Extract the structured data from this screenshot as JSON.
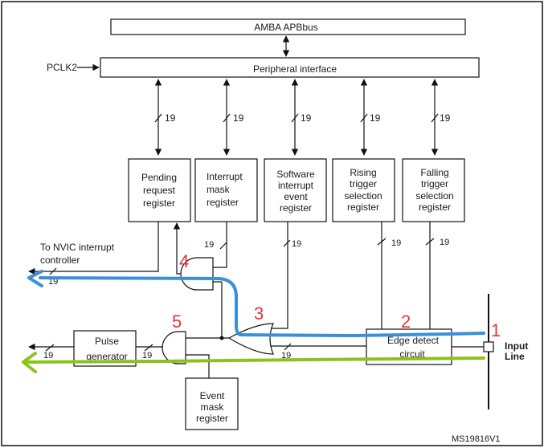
{
  "diagram": {
    "bus_label": "AMBA APBbus",
    "peripheral_interface_label": "Peripheral interface",
    "clock_label": "PCLK2",
    "bus_width": "19",
    "registers": [
      {
        "id": "pending",
        "lines": [
          "Pending",
          "request",
          "register"
        ]
      },
      {
        "id": "interrupt-mask",
        "lines": [
          "Interrupt",
          "mask",
          "register"
        ]
      },
      {
        "id": "software-interrupt",
        "lines": [
          "Software",
          "interrupt",
          "event",
          "register"
        ]
      },
      {
        "id": "rising-trigger",
        "lines": [
          "Rising",
          "trigger",
          "selection",
          "register"
        ]
      },
      {
        "id": "falling-trigger",
        "lines": [
          "Falling",
          "trigger",
          "selection",
          "register"
        ]
      }
    ],
    "nvic_label": [
      "To NVIC interrupt",
      "controller"
    ],
    "pulse_generator_label": [
      "Pulse",
      "generator"
    ],
    "edge_detect_label": [
      "Edge detect",
      "circuit"
    ],
    "event_mask_label": [
      "Event",
      "mask",
      "register"
    ],
    "input_line_label": [
      "Input",
      "Line"
    ],
    "figure_id": "MS19816V1",
    "annotations": [
      {
        "number": "1",
        "meaning": "input line"
      },
      {
        "number": "2",
        "meaning": "edge detect circuit"
      },
      {
        "number": "3",
        "meaning": "OR gate"
      },
      {
        "number": "4",
        "meaning": "interrupt AND gate"
      },
      {
        "number": "5",
        "meaning": "event AND gate"
      }
    ],
    "colors": {
      "interrupt_path": "#3b8fd8",
      "event_path": "#8cc21c",
      "annotation": "#e8333a"
    }
  }
}
